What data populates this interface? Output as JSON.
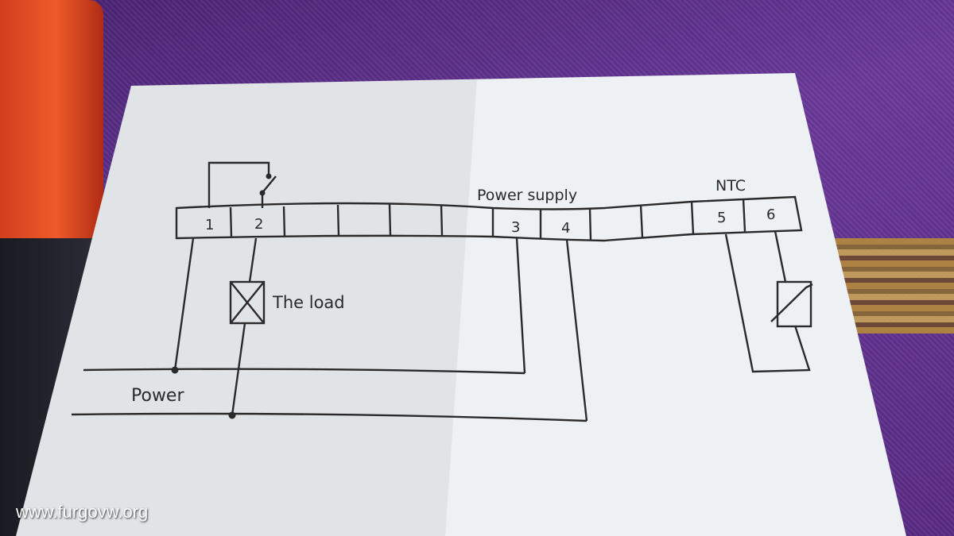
{
  "terminals": {
    "t1": "1",
    "t2": "2",
    "t3": "3",
    "t4": "4",
    "t5": "5",
    "t6": "6"
  },
  "labels": {
    "power_supply": "Power supply",
    "ntc": "NTC",
    "load": "The load",
    "power": "Power"
  },
  "watermark": "www.furgovw.org"
}
